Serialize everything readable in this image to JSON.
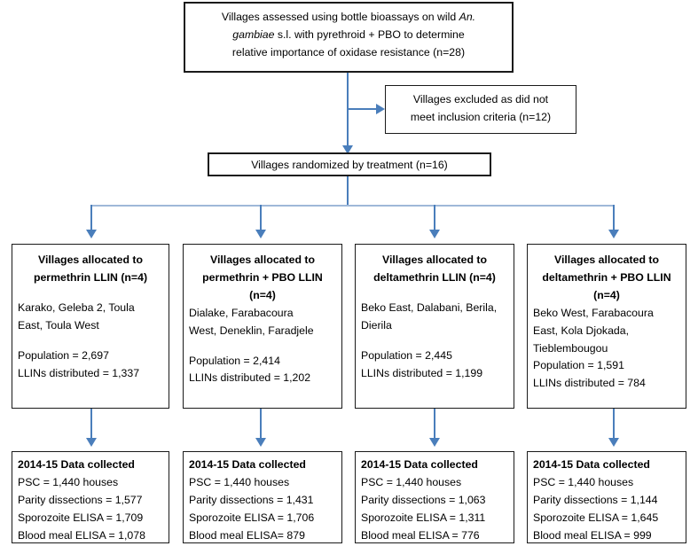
{
  "diagram": {
    "title": "CRT village allocation and data collection flow chart",
    "accent_color": "#4a7ebb",
    "pale_accent_color": "#9fb8d8",
    "box_border_color": "#1a1a1a"
  },
  "assessment_box": {
    "line1_a": "Villages assessed using bottle bioassays on wild ",
    "line1_italic": "An.",
    "line2_italic": "gambiae",
    "line2_b": " s.l. with pyrethroid + PBO to determine",
    "line3": "relative importance of oxidase resistance (n=28)"
  },
  "excluded_box": {
    "line1": "Villages excluded as did not",
    "line2": "meet inclusion criteria (n=12)"
  },
  "randomized_box": {
    "text": "Villages randomized by treatment (n=16)"
  },
  "allocation_boxes": [
    {
      "heading_lines": [
        "Villages allocated to",
        "permethrin LLIN (n=4)"
      ],
      "villages_lines": [
        "Karako, Geleba 2, Toula",
        "East, Toula West"
      ],
      "population": "Population = 2,697",
      "llins": "LLINs distributed = 1,337",
      "has_gap_after_heading": true,
      "has_gap_before_population": true
    },
    {
      "heading_lines": [
        "Villages allocated to",
        "permethrin + PBO LLIN",
        "(n=4)"
      ],
      "villages_lines": [
        "Dialake, Farabacoura",
        "West, Deneklin, Faradjele"
      ],
      "population": "Population = 2,414",
      "llins": "LLINs distributed =  1,202",
      "has_gap_after_heading": false,
      "has_gap_before_population": true
    },
    {
      "heading_lines": [
        "Villages allocated to",
        "deltamethrin LLIN (n=4)"
      ],
      "villages_lines": [
        "Beko East, Dalabani, Berila,",
        "Dierila"
      ],
      "population": "Population = 2,445",
      "llins": "LLINs distributed = 1,199",
      "has_gap_after_heading": true,
      "has_gap_before_population": true
    },
    {
      "heading_lines": [
        "Villages allocated to",
        "deltamethrin + PBO LLIN",
        "(n=4)"
      ],
      "villages_lines": [
        "Beko West, Farabacoura",
        "East, Kola Djokada,",
        "Tieblembougou"
      ],
      "population": "Population = 1,591",
      "llins": "LLINs distributed = 784",
      "has_gap_after_heading": false,
      "has_gap_before_population": false
    }
  ],
  "data_boxes": [
    {
      "heading": "2014-15 Data collected",
      "psc": "PSC = 1,440 houses",
      "parity": "Parity dissections = 1,577",
      "sporozoite": "Sporozoite ELISA = 1,709",
      "bloodmeal": "Blood meal ELISA = 1,078"
    },
    {
      "heading": "2014-15 Data collected",
      "psc": "PSC = 1,440 houses",
      "parity": "Parity dissections = 1,431",
      "sporozoite": "Sporozoite ELISA = 1,706",
      "bloodmeal": "Blood meal ELISA= 879"
    },
    {
      "heading": "2014-15 Data collected",
      "psc": "PSC = 1,440 houses",
      "parity": "Parity dissections = 1,063",
      "sporozoite": "Sporozoite ELISA = 1,311",
      "bloodmeal": "Blood meal ELISA = 776"
    },
    {
      "heading": "2014-15 Data collected",
      "psc": "PSC = 1,440 houses",
      "parity": "Parity dissections = 1,144",
      "sporozoite": "Sporozoite ELISA = 1,645",
      "bloodmeal": "Blood meal ELISA = 999"
    }
  ]
}
